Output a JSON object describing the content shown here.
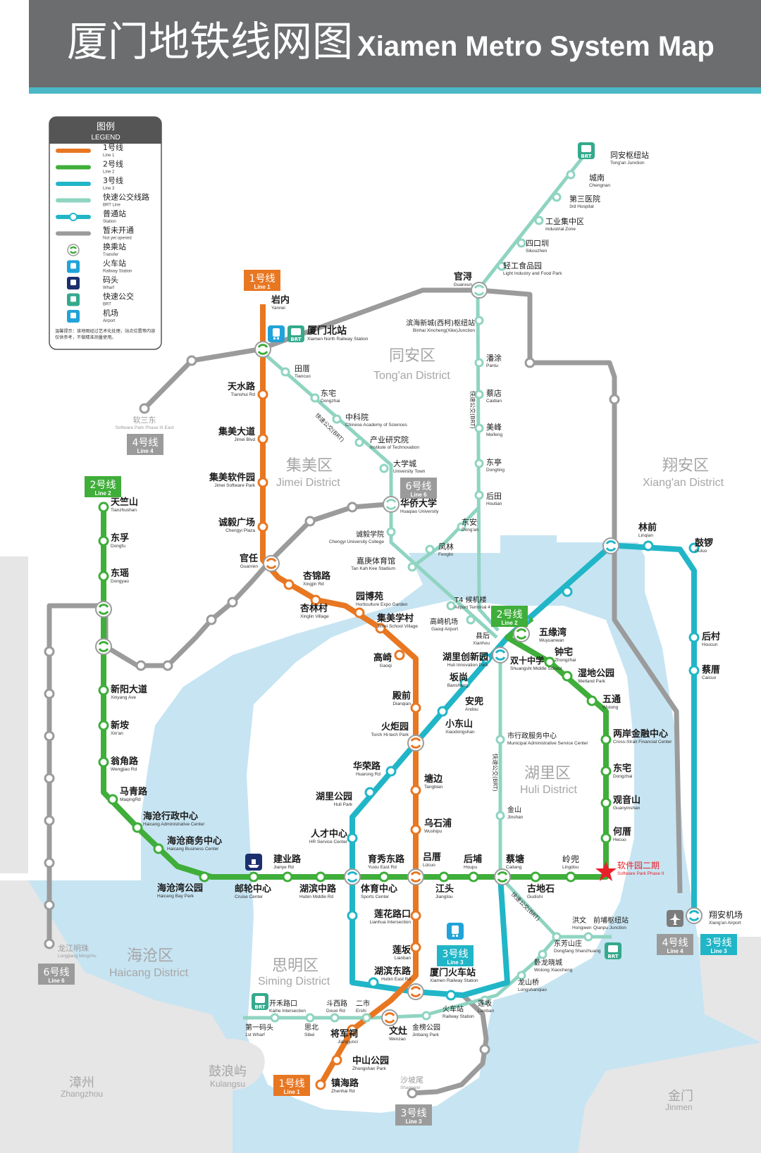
{
  "header": {
    "title_zh": "厦门地铁线网图",
    "title_en": "Xiamen Metro System Map"
  },
  "colors": {
    "line1": "#e87722",
    "line2": "#3fae3a",
    "line3": "#21b6c7",
    "brt": "#8fd4c1",
    "planned": "#9b9b9b",
    "water": "#c7e4f2",
    "land": "#e6e6e6",
    "red_star": "#e8202a"
  },
  "legend": {
    "title_zh": "图例",
    "title_en": "LEGEND",
    "items": [
      {
        "type": "line",
        "color": "#e87722",
        "zh": "1号线",
        "en": "Line 1"
      },
      {
        "type": "line",
        "color": "#3fae3a",
        "zh": "2号线",
        "en": "Line 2"
      },
      {
        "type": "line",
        "color": "#21b6c7",
        "zh": "3号线",
        "en": "Line 3"
      },
      {
        "type": "line",
        "color": "#8fd4c1",
        "zh": "快速公交线路",
        "en": "BRT Line"
      },
      {
        "type": "station",
        "color": "#21b6c7",
        "zh": "普通站",
        "en": "Station"
      },
      {
        "type": "line",
        "color": "#9b9b9b",
        "zh": "暂未开通",
        "en": "Not yet opened"
      },
      {
        "type": "transfer",
        "icon": "transfer-icon",
        "zh": "换乘站",
        "en": "Transfer"
      },
      {
        "type": "icon",
        "icon": "railway-station-icon",
        "zh": "火车站",
        "en": "Railway Station"
      },
      {
        "type": "icon",
        "icon": "wharf-icon",
        "zh": "码头",
        "en": "Wharf"
      },
      {
        "type": "icon",
        "icon": "brt-icon",
        "zh": "快速公交",
        "en": "BRT"
      },
      {
        "type": "icon",
        "icon": "airport-icon",
        "zh": "机场",
        "en": "Airport"
      }
    ],
    "note": "温馨提示：该地图经过艺术化处理，站点位置等内容仅供参考，不做精准测量使用。",
    "brt_badge": "BRT"
  },
  "districts": [
    {
      "id": "tongan",
      "zh": "同安区",
      "en": "Tong'an District"
    },
    {
      "id": "jimei",
      "zh": "集美区",
      "en": "Jimei District"
    },
    {
      "id": "xiangan",
      "zh": "翔安区",
      "en": "Xiang'an District"
    },
    {
      "id": "huli",
      "zh": "湖里区",
      "en": "Huli District"
    },
    {
      "id": "haicang",
      "zh": "海沧区",
      "en": "Haicang District"
    },
    {
      "id": "siming",
      "zh": "思明区",
      "en": "Siming District"
    },
    {
      "id": "kulangsu",
      "zh": "鼓浪屿",
      "en": "Kulangsu"
    },
    {
      "id": "zhangzhou",
      "zh": "漳州",
      "en": "Zhangzhou"
    },
    {
      "id": "jinmen",
      "zh": "金门",
      "en": "Jinmen"
    }
  ],
  "line_badges": [
    {
      "id": "l1-top",
      "zh": "1号线",
      "en": "Line 1",
      "color": "#e87722"
    },
    {
      "id": "l1-bottom",
      "zh": "1号线",
      "en": "Line 1",
      "color": "#e87722"
    },
    {
      "id": "l2-top",
      "zh": "2号线",
      "en": "Line 2",
      "color": "#3fae3a"
    },
    {
      "id": "l2-mid",
      "zh": "2号线",
      "en": "Line 2",
      "color": "#3fae3a"
    },
    {
      "id": "l3-right",
      "zh": "3号线",
      "en": "Line 3",
      "color": "#21b6c7"
    },
    {
      "id": "l3-mid",
      "zh": "3号线",
      "en": "Line 3",
      "color": "#21b6c7"
    },
    {
      "id": "l3-bottom",
      "zh": "3号线",
      "en": "Line 3",
      "color": "#9b9b9b"
    },
    {
      "id": "l4-left",
      "zh": "4号线",
      "en": "Line 4",
      "color": "#9b9b9b"
    },
    {
      "id": "l4-right",
      "zh": "4号线",
      "en": "Line 4",
      "color": "#9b9b9b"
    },
    {
      "id": "l6-mid",
      "zh": "6号线",
      "en": "Line 6",
      "color": "#9b9b9b"
    },
    {
      "id": "l6-left",
      "zh": "6号线",
      "en": "Line 6",
      "color": "#9b9b9b"
    }
  ],
  "brt_path_labels": [
    "快速公交(BRT)",
    "快速公交(BRT)",
    "快速公交(BRT)",
    "快速公交(BRT)"
  ],
  "stations": [
    {
      "id": "yannei",
      "zh": "岩内",
      "en": "Yannei"
    },
    {
      "id": "xiamen-north",
      "zh": "厦门北站",
      "en": "Xiamen North Railway Station"
    },
    {
      "id": "tianshui",
      "zh": "天水路",
      "en": "Tianshui Rd"
    },
    {
      "id": "jimei-blvd",
      "zh": "集美大道",
      "en": "Jimei Blvd"
    },
    {
      "id": "jimei-software",
      "zh": "集美软件园",
      "en": "Jimei Software Park"
    },
    {
      "id": "chengyi-plaza",
      "zh": "诚毅广场",
      "en": "Chengyi Plaza"
    },
    {
      "id": "guanren",
      "zh": "官任",
      "en": "Guanren"
    },
    {
      "id": "xingjin",
      "zh": "杏锦路",
      "en": "Xingjin Rd"
    },
    {
      "id": "xinglin",
      "zh": "杏林村",
      "en": "Xinglin Village"
    },
    {
      "id": "horticulture",
      "zh": "园博苑",
      "en": "Horticulture Expo Garden"
    },
    {
      "id": "jimei-school",
      "zh": "集美学村",
      "en": "Jimei School Village"
    },
    {
      "id": "gaoqi",
      "zh": "高崎",
      "en": "Gaoqi"
    },
    {
      "id": "dianqian",
      "zh": "殿前",
      "en": "Dianqian"
    },
    {
      "id": "torch",
      "zh": "火炬园",
      "en": "Torch Hi-tech Park"
    },
    {
      "id": "tangbian",
      "zh": "塘边",
      "en": "Tangbian"
    },
    {
      "id": "wushipu",
      "zh": "乌石浦",
      "en": "Wushipu"
    },
    {
      "id": "lucuo",
      "zh": "吕厝",
      "en": "Lücuo"
    },
    {
      "id": "lianhua",
      "zh": "莲花路口",
      "en": "Lianhua Intersection"
    },
    {
      "id": "lianban",
      "zh": "莲坂",
      "en": "Lianban"
    },
    {
      "id": "hubin-east",
      "zh": "湖滨东路",
      "en": "Hubin East Rd"
    },
    {
      "id": "xiamen-rail",
      "zh": "厦门火车站",
      "en": "Xiamen Railway Station"
    },
    {
      "id": "wenzao",
      "zh": "文灶",
      "en": "Wenzao"
    },
    {
      "id": "jiangjunci",
      "zh": "将军祠",
      "en": "Jiangjunci"
    },
    {
      "id": "zhongshan-park",
      "zh": "中山公园",
      "en": "Zhongshan Park"
    },
    {
      "id": "zhenhai",
      "zh": "镇海路",
      "en": "Zhenhai Rd"
    },
    {
      "id": "tianzhushan",
      "zh": "天竺山",
      "en": "Tianzhushan"
    },
    {
      "id": "dongfu",
      "zh": "东孚",
      "en": "Dongfu"
    },
    {
      "id": "dongyao",
      "zh": "东瑶",
      "en": "Dongyao"
    },
    {
      "id": "xinyang",
      "zh": "新阳大道",
      "en": "Xinyang Ave"
    },
    {
      "id": "xinan",
      "zh": "新垵",
      "en": "Xin'an"
    },
    {
      "id": "wengjiao",
      "zh": "翁角路",
      "en": "Wengjiao Rd"
    },
    {
      "id": "maqing",
      "zh": "马青路",
      "en": "MaqingRd"
    },
    {
      "id": "haicang-admin",
      "zh": "海沧行政中心",
      "en": "Haicang Administrative Center"
    },
    {
      "id": "haicang-business",
      "zh": "海沧商务中心",
      "en": "Haicang Business Center"
    },
    {
      "id": "haicang-bay",
      "zh": "海沧湾公园",
      "en": "Haicang Bay Park"
    },
    {
      "id": "cruise",
      "zh": "邮轮中心",
      "en": "Cruise Center"
    },
    {
      "id": "jianye",
      "zh": "建业路",
      "en": "Jianye Rd"
    },
    {
      "id": "hubin-middle",
      "zh": "湖滨中路",
      "en": "Hubin Middle Rd"
    },
    {
      "id": "sports",
      "zh": "体育中心",
      "en": "Sports Center"
    },
    {
      "id": "yuxiu",
      "zh": "育秀东路",
      "en": "Yuxiu East Rd"
    },
    {
      "id": "jiangtou",
      "zh": "江头",
      "en": "Jiangtou"
    },
    {
      "id": "houpu",
      "zh": "后埔",
      "en": "Houpu"
    },
    {
      "id": "caitang",
      "zh": "蔡塘",
      "en": "Caitang"
    },
    {
      "id": "gudishi",
      "zh": "古地石",
      "en": "Gudishi"
    },
    {
      "id": "lingdou",
      "zh": "岭兜",
      "en": "Lingdou"
    },
    {
      "id": "software-2",
      "zh": "软件园二期",
      "en": "Software Park Phase II"
    },
    {
      "id": "hecuo",
      "zh": "何厝",
      "en": "Hecuo"
    },
    {
      "id": "guanyinshan",
      "zh": "观音山",
      "en": "Guanyinshan"
    },
    {
      "id": "dongzhai-2",
      "zh": "东宅",
      "en": "Dongzhai"
    },
    {
      "id": "cross-strait",
      "zh": "两岸金融中心",
      "en": "Cross-Strait Financial Center"
    },
    {
      "id": "wutong",
      "zh": "五通",
      "en": "Wutong"
    },
    {
      "id": "wetland",
      "zh": "湿地公园",
      "en": "Wetland Park"
    },
    {
      "id": "zhongzhai",
      "zh": "钟宅",
      "en": "Zhongzhai"
    },
    {
      "id": "wuyuanwan",
      "zh": "五缘湾",
      "en": "Wuyuanwan"
    },
    {
      "id": "shuangshi",
      "zh": "双十中学",
      "en": "Shuangshi Middle School"
    },
    {
      "id": "huli-innovation",
      "zh": "湖里创新园",
      "en": "Huli Innovation Park"
    },
    {
      "id": "banshang",
      "zh": "坂尚",
      "en": "Banshang"
    },
    {
      "id": "andou",
      "zh": "安兜",
      "en": "Andou"
    },
    {
      "id": "xiaodongshan",
      "zh": "小东山",
      "en": "Xiaodongshan"
    },
    {
      "id": "huarong",
      "zh": "华荣路",
      "en": "Huarong Rd"
    },
    {
      "id": "huli-park",
      "zh": "湖里公园",
      "en": "Huli Park"
    },
    {
      "id": "hr-center",
      "zh": "人才中心",
      "en": "HR Service Center"
    },
    {
      "id": "linqian",
      "zh": "林前",
      "en": "Linqian"
    },
    {
      "id": "guluo",
      "zh": "鼓锣",
      "en": "Guluo"
    },
    {
      "id": "houcun",
      "zh": "后村",
      "en": "Houcun"
    },
    {
      "id": "caicuo",
      "zh": "蔡厝",
      "en": "Caicuo"
    },
    {
      "id": "xiangan-airport",
      "zh": "翔安机场",
      "en": "Xiang'an Airport"
    },
    {
      "id": "tongan-junction",
      "zh": "同安枢纽站",
      "en": "Tong'an Junction"
    },
    {
      "id": "chengnan",
      "zh": "城南",
      "en": "Chengnan"
    },
    {
      "id": "third-hospital",
      "zh": "第三医院",
      "en": "3rd Hospital"
    },
    {
      "id": "industrial-zone",
      "zh": "工业集中区",
      "en": "Industrial Zone"
    },
    {
      "id": "sikouzhen",
      "zh": "四口圳",
      "en": "Sikouzhen"
    },
    {
      "id": "light-industry",
      "zh": "轻工食品园",
      "en": "Light Industry and Food Park"
    },
    {
      "id": "guanxun",
      "zh": "官浔",
      "en": "Guanxun"
    },
    {
      "id": "binhai",
      "zh": "滨海新城(西柯)枢纽站",
      "en": "Binhai Xincheng(Xike)Junction"
    },
    {
      "id": "pantu",
      "zh": "潘涂",
      "en": "Pantu"
    },
    {
      "id": "caidian",
      "zh": "蔡店",
      "en": "Caidian"
    },
    {
      "id": "meifeng",
      "zh": "美峰",
      "en": "Meifeng"
    },
    {
      "id": "dongting",
      "zh": "东亭",
      "en": "Dongting"
    },
    {
      "id": "houtian",
      "zh": "后田",
      "en": "Houtian"
    },
    {
      "id": "dongan",
      "zh": "东安",
      "en": "Dong'an"
    },
    {
      "id": "fenglin",
      "zh": "凤林",
      "en": "Fenglin"
    },
    {
      "id": "tiancuo",
      "zh": "田厝",
      "en": "Tiancuo"
    },
    {
      "id": "dongzhai-1",
      "zh": "东宅",
      "en": "Dongzhai"
    },
    {
      "id": "cas",
      "zh": "中科院",
      "en": "Chinese Academy of Sciences"
    },
    {
      "id": "tech-institute",
      "zh": "产业研究院",
      "en": "Institute of Technovation"
    },
    {
      "id": "university-town",
      "zh": "大学城",
      "en": "University Town"
    },
    {
      "id": "huaqiao",
      "zh": "华侨大学",
      "en": "Huaqiao University"
    },
    {
      "id": "chengyi-college",
      "zh": "诚毅学院",
      "en": "Chengyi University College"
    },
    {
      "id": "tankahkee",
      "zh": "嘉庚体育馆",
      "en": "Tan Kah Kee Stadium"
    },
    {
      "id": "t4",
      "zh": "T4 候机楼",
      "en": "Airport Terminal 4"
    },
    {
      "id": "gaoqi-airport",
      "zh": "高崎机场",
      "en": "Gaoqi Airport"
    },
    {
      "id": "xianhou",
      "zh": "县后",
      "en": "Xianhou"
    },
    {
      "id": "municipal",
      "zh": "市行政服务中心",
      "en": "Municipal Administrative Service Center"
    },
    {
      "id": "jinshan",
      "zh": "金山",
      "en": "Jinshan"
    },
    {
      "id": "hongwen",
      "zh": "洪文",
      "en": "Hongwen"
    },
    {
      "id": "qianpu",
      "zh": "前埔枢纽站",
      "en": "Qianpu Junction"
    },
    {
      "id": "dongfang",
      "zh": "东芳山庄",
      "en": "Dongfang Shanzhuang"
    },
    {
      "id": "wolong",
      "zh": "卧龙晓城",
      "en": "Wolong Xiaocheng"
    },
    {
      "id": "longshanqiao",
      "zh": "龙山桥",
      "en": "Longshanqiao"
    },
    {
      "id": "lianban-brt",
      "zh": "莲坂",
      "en": "Lianban"
    },
    {
      "id": "rail-brt",
      "zh": "火车站",
      "en": "Railway Station"
    },
    {
      "id": "jinbang",
      "zh": "金榜公园",
      "en": "Jinbang Park"
    },
    {
      "id": "kaihe",
      "zh": "开禾路口",
      "en": "Kaihe Intersection"
    },
    {
      "id": "douxi",
      "zh": "斗西路",
      "en": "Douxi Rd"
    },
    {
      "id": "ershi",
      "zh": "二市",
      "en": "Ershi"
    },
    {
      "id": "first-wharf",
      "zh": "第一码头",
      "en": "1st Wharf"
    },
    {
      "id": "sibei",
      "zh": "思北",
      "en": "Sibei"
    },
    {
      "id": "shapowei",
      "zh": "沙坡尾",
      "en": "Shapowei"
    },
    {
      "id": "ruansandong",
      "zh": "软三东",
      "en": "Software Park Phase III East"
    },
    {
      "id": "longjiang",
      "zh": "龙江明珠",
      "en": "Longjiang Mingzhu"
    }
  ]
}
